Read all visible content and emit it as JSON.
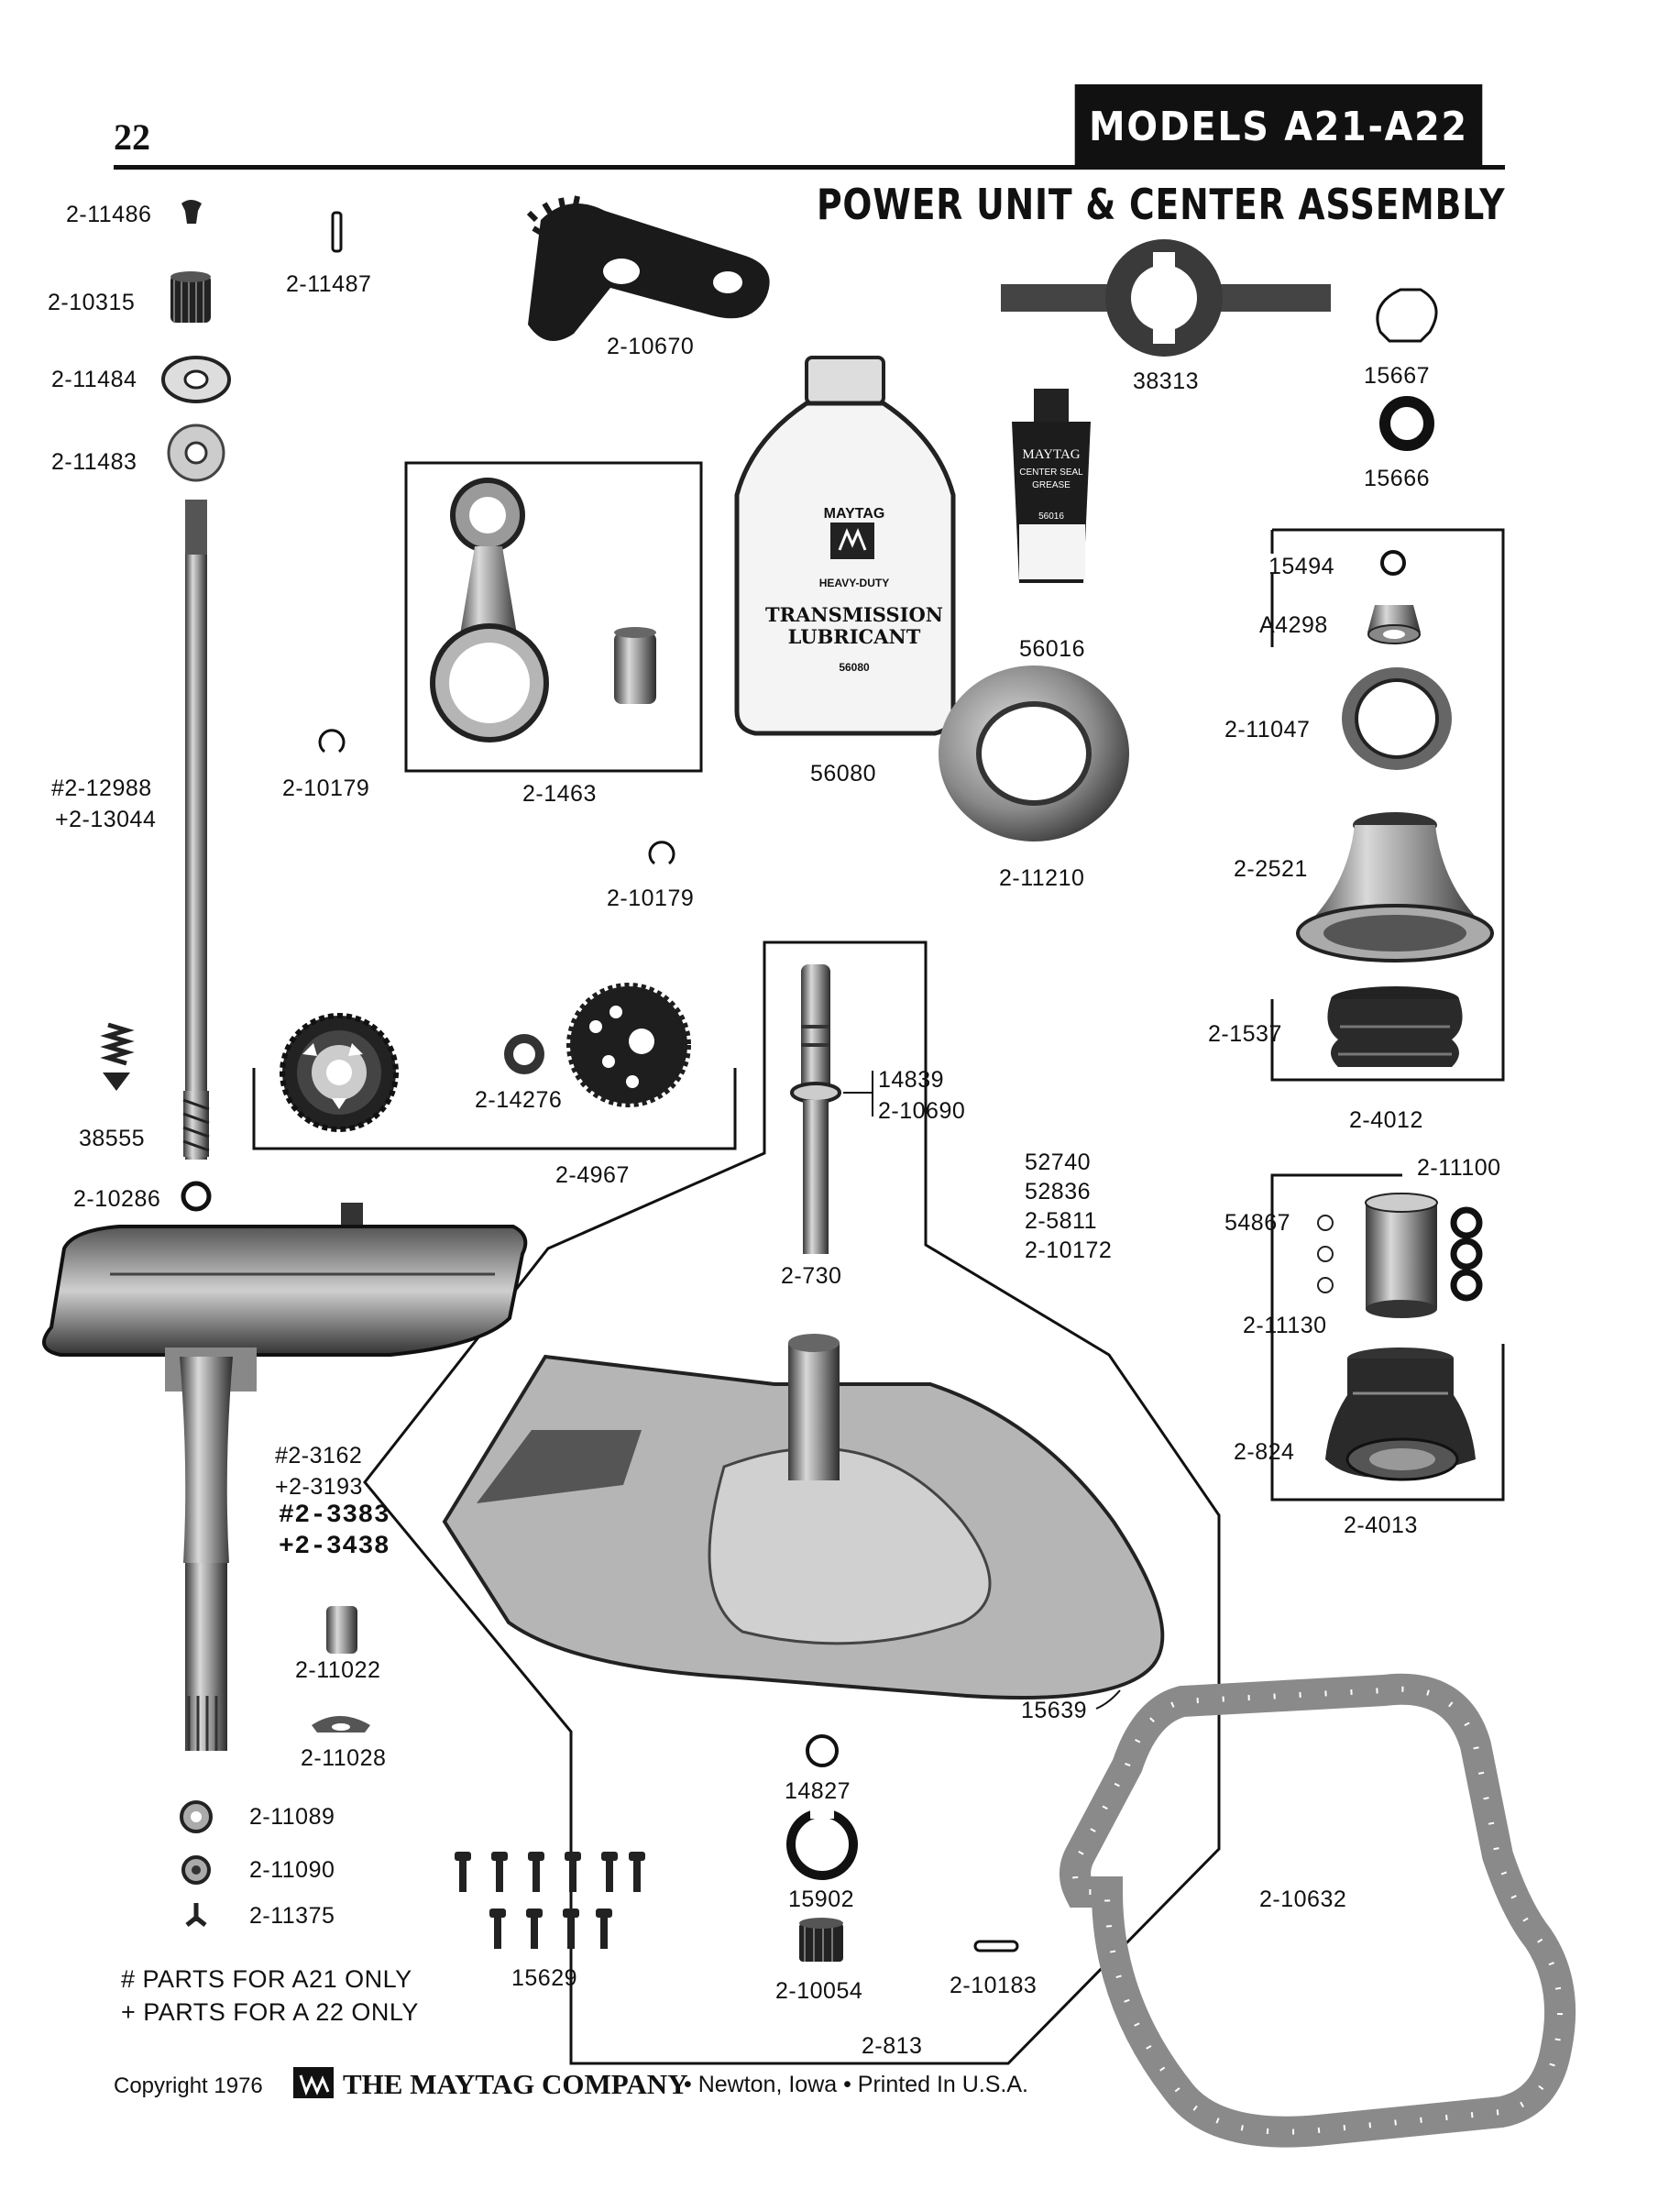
{
  "header": {
    "page_number": "22",
    "models_title": "MODELS  A21-A22",
    "section_title": "POWER UNIT & CENTER ASSEMBLY"
  },
  "parts": {
    "p_2_11486": "2-11486",
    "p_2_11487": "2-11487",
    "p_2_10315": "2-10315",
    "p_2_10670": "2-10670",
    "p_38313": "38313",
    "p_15667": "15667",
    "p_2_11484": "2-11484",
    "p_15666": "15666",
    "p_2_11483": "2-11483",
    "p_15494": "15494",
    "p_A4298": "A4298",
    "p_56016": "56016",
    "p_2_11047": "2-11047",
    "p_2_10179_a": "2-10179",
    "p_2_1463": "2-1463",
    "p_56080": "56080",
    "p_2_12988": "#2-12988",
    "p_2_13044": "+2-13044",
    "p_2_2521": "2-2521",
    "p_2_10179_b": "2-10179",
    "p_2_11210": "2-11210",
    "p_2_1537": "2-1537",
    "p_14839": "14839",
    "p_2_10690": "2-10690",
    "p_2_14276": "2-14276",
    "p_2_4012": "2-4012",
    "p_38555": "38555",
    "p_52740": "52740",
    "p_2_11100": "2-11100",
    "p_2_4967": "2-4967",
    "p_52836": "52836",
    "p_2_10286": "2-10286",
    "p_2_5811": "2-5811",
    "p_54867": "54867",
    "p_2_10172": "2-10172",
    "p_2_730": "2-730",
    "p_2_11130": "2-11130",
    "p_2_3162": "#2-3162",
    "p_2_3193": "+2-3193",
    "p_2_3383": "#2-3383",
    "p_2_3438": "+2-3438",
    "p_2_824": "2-824",
    "p_2_4013": "2-4013",
    "p_2_11022": "2-11022",
    "p_15639": "15639",
    "p_2_11028": "2-11028",
    "p_14827": "14827",
    "p_2_11089": "2-11089",
    "p_2_11090": "2-11090",
    "p_15902": "15902",
    "p_2_10632": "2-10632",
    "p_2_11375": "2-11375",
    "p_15629": "15629",
    "p_2_10054": "2-10054",
    "p_2_10183": "2-10183",
    "p_2_813": "2-813"
  },
  "product_labels": {
    "bottle_brand": "MAYTAG",
    "bottle_line1": "HEAVY-DUTY",
    "bottle_line2": "TRANSMISSION",
    "bottle_line3": "LUBRICANT",
    "bottle_code": "56080",
    "tube_brand": "MAYTAG",
    "tube_line1": "CENTER SEAL",
    "tube_line2": "GREASE",
    "tube_code": "56016"
  },
  "notes": {
    "note_a21": "#  PARTS FOR A21 ONLY",
    "note_a22": "+  PARTS FOR A 22 ONLY"
  },
  "footer": {
    "copyright": "Copyright 1976",
    "company": "THE MAYTAG COMPANY",
    "location": "•  Newton, Iowa  •  Printed In U.S.A."
  },
  "colors": {
    "ink": "#111111",
    "metal": "#8a8a8a",
    "metal_light": "#c8c8c8",
    "gasket": "#9a9a9a"
  }
}
